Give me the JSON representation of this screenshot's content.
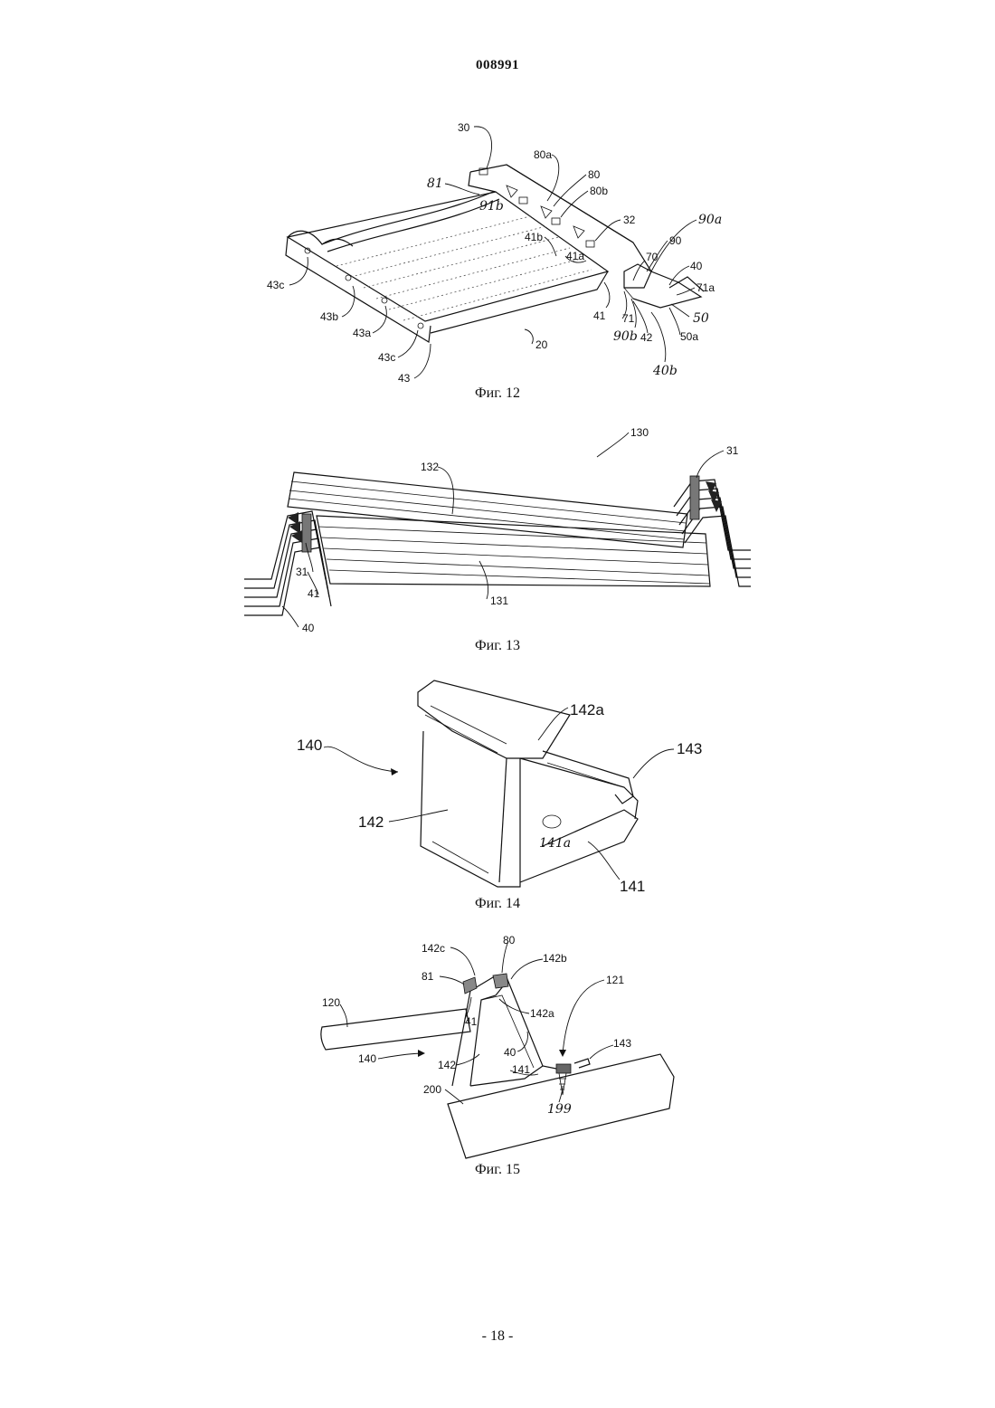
{
  "header": {
    "doc_number": "008991"
  },
  "figures": [
    {
      "id": "fig12",
      "caption": "Фиг. 12",
      "labels": [
        "30",
        "80a",
        "80",
        "80b",
        "81",
        "91b",
        "32",
        "90a",
        "70",
        "90",
        "41b",
        "41a",
        "40",
        "71a",
        "43c",
        "43b",
        "43a",
        "43c",
        "43",
        "20",
        "41",
        "71",
        "90b",
        "42",
        "50",
        "50a",
        "40b"
      ]
    },
    {
      "id": "fig13",
      "caption": "Фиг. 13",
      "labels": [
        "130",
        "132",
        "31",
        "31",
        "41",
        "131",
        "40"
      ]
    },
    {
      "id": "fig14",
      "caption": "Фиг. 14",
      "labels": [
        "140",
        "142a",
        "143",
        "142",
        "141a",
        "141"
      ]
    },
    {
      "id": "fig15",
      "caption": "Фиг. 15",
      "labels": [
        "142c",
        "80",
        "142b",
        "81",
        "121",
        "120",
        "41",
        "142a",
        "143",
        "140",
        "142",
        "40",
        "141",
        "200",
        "199"
      ]
    }
  ],
  "footer": {
    "page_number": "- 18 -"
  }
}
